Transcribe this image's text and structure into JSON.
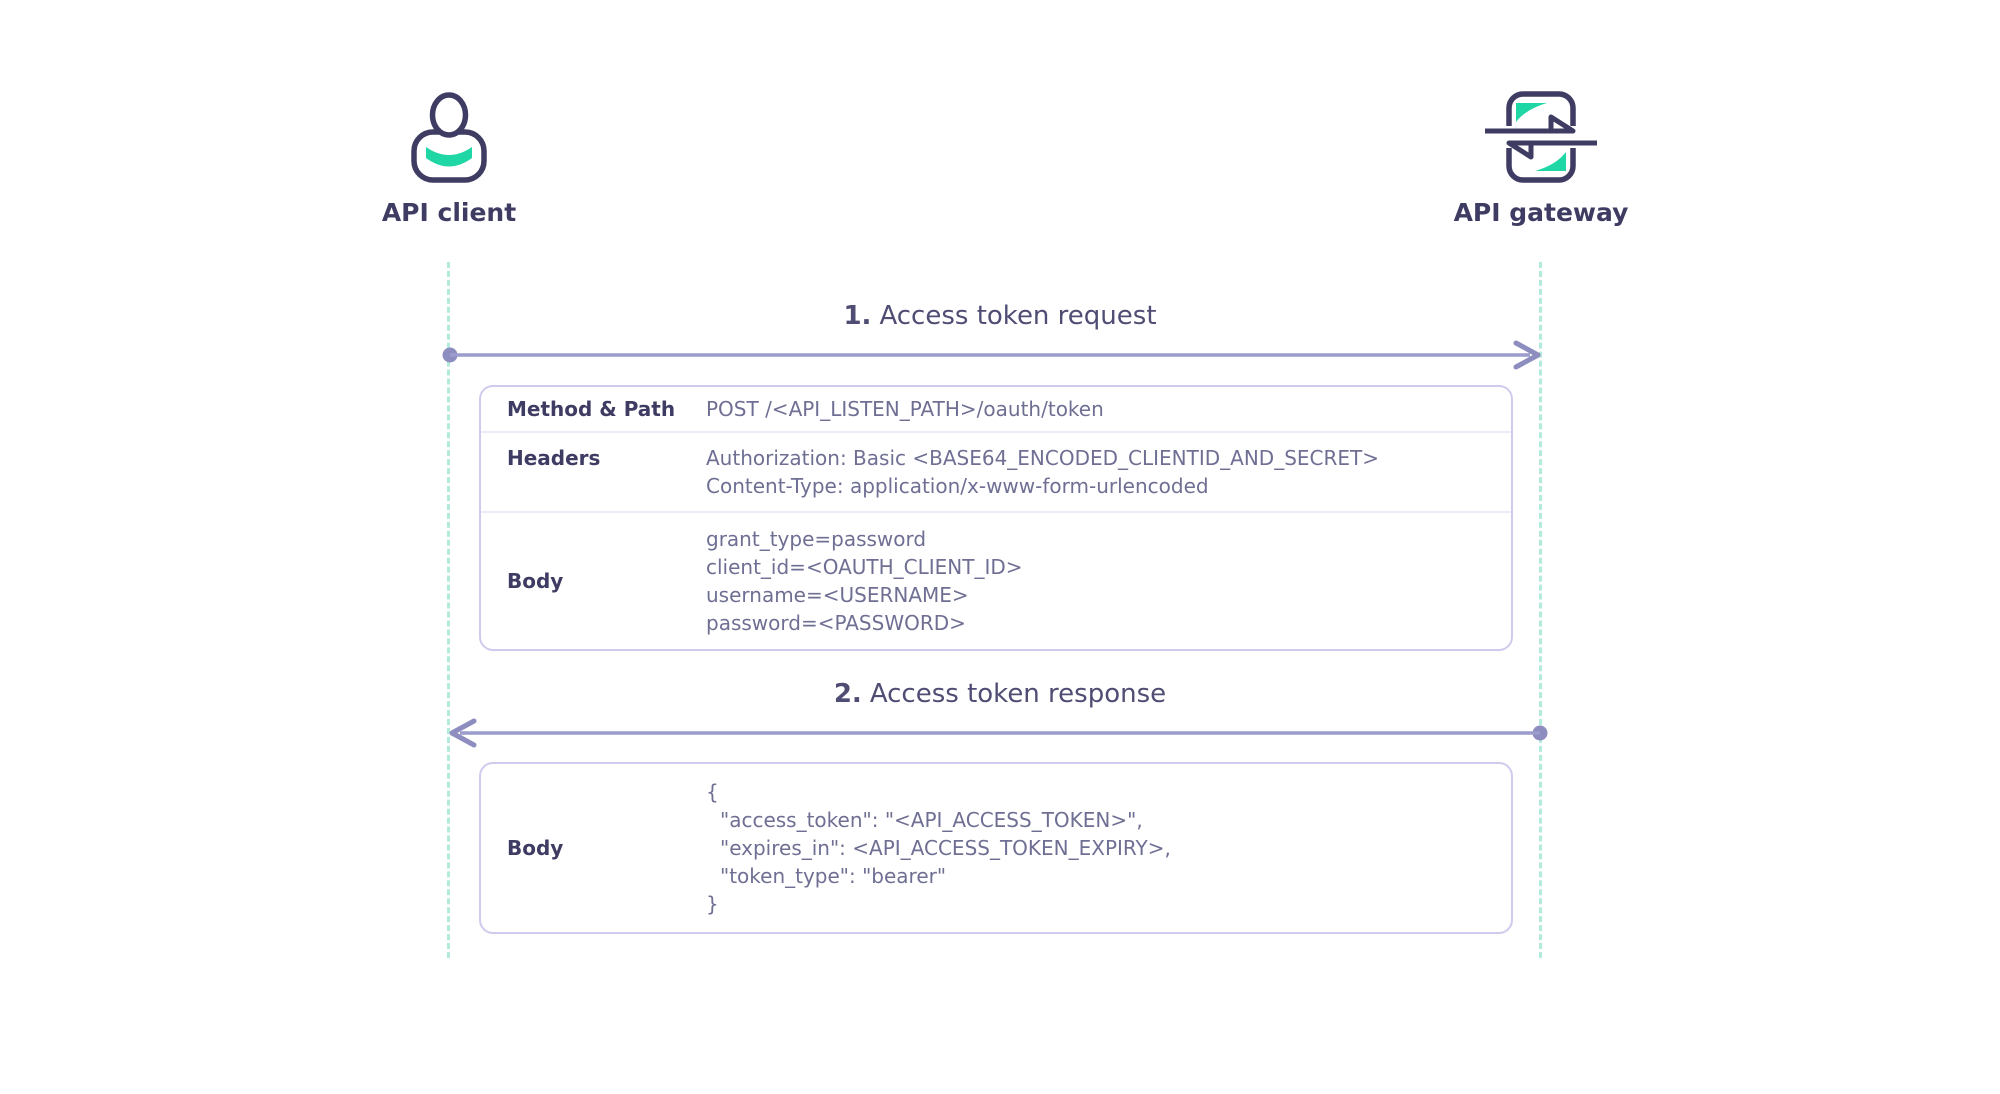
{
  "actors": [
    {
      "label": "API client",
      "icon": "person-icon"
    },
    {
      "label": "API gateway",
      "icon": "swap-arrows-icon"
    }
  ],
  "messages": [
    {
      "number": "1.",
      "title": "Access token request",
      "direction": "client-to-gateway"
    },
    {
      "number": "2.",
      "title": "Access token response",
      "direction": "gateway-to-client"
    }
  ],
  "request_table": {
    "rows": [
      {
        "label": "Method & Path",
        "lines": [
          "POST /<API_LISTEN_PATH>/oauth/token"
        ]
      },
      {
        "label": "Headers",
        "lines": [
          "Authorization: Basic <BASE64_ENCODED_CLIENTID_AND_SECRET>",
          "Content-Type: application/x-www-form-urlencoded"
        ]
      },
      {
        "label": "Body",
        "lines": [
          "grant_type=password",
          "client_id=<OAUTH_CLIENT_ID>",
          "username=<USERNAME>",
          "password=<PASSWORD>"
        ]
      }
    ]
  },
  "response_table": {
    "rows": [
      {
        "label": "Body",
        "lines": [
          "{",
          "\"access_token\": \"<API_ACCESS_TOKEN>\",",
          "\"expires_in\": <API_ACCESS_TOKEN_EXPIRY>,",
          "\"token_type\": \"bearer\"",
          "}"
        ]
      }
    ]
  },
  "colors": {
    "accent_teal": "#1fd6a5",
    "navy": "#3e3c62",
    "title_text": "#4f4d73",
    "muted_text": "#6f6f94",
    "arrow_purple": "#8d8dbf",
    "arrow_line": "#9c9ccd",
    "lifeline_mint": "#b2ebdb",
    "table_border": "#cfcbee",
    "row_divider": "#ecebf6"
  }
}
